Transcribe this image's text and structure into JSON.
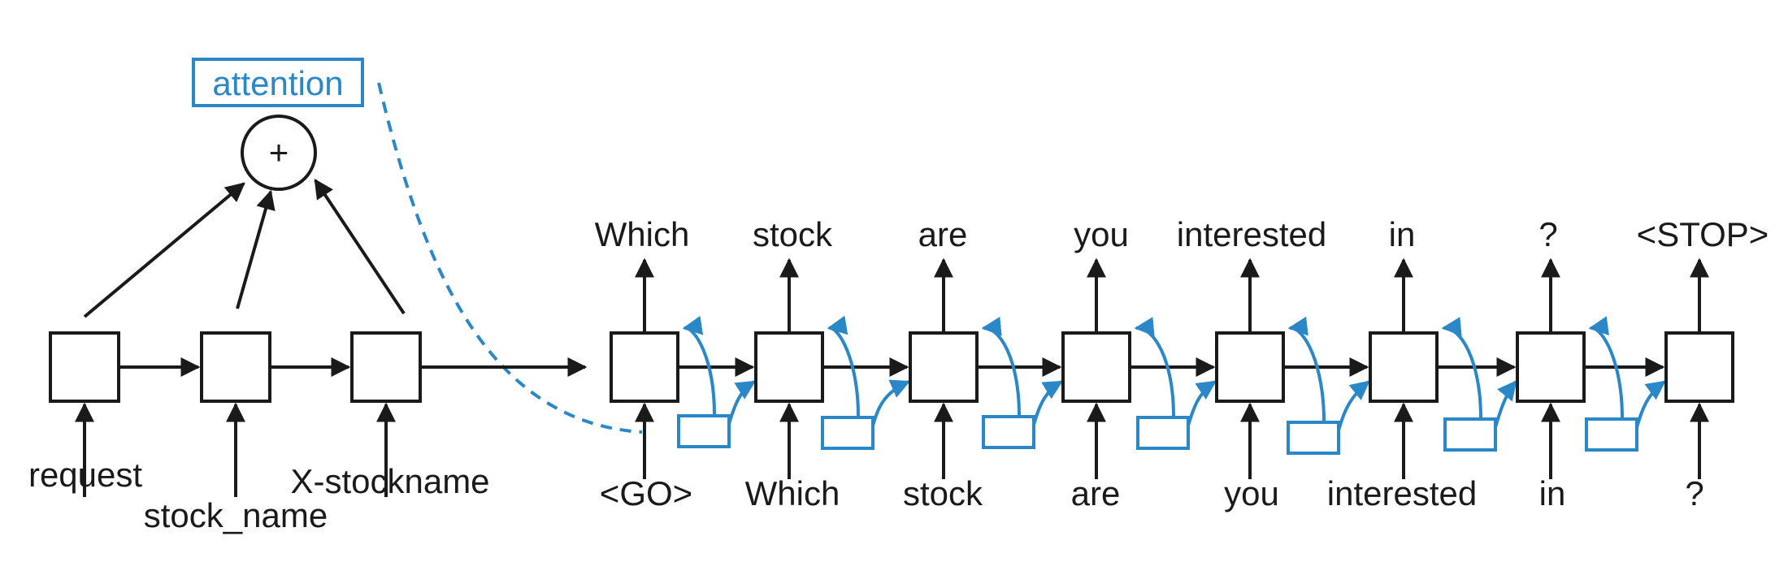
{
  "attention": {
    "label": "attention",
    "sum_symbol": "+"
  },
  "encoder": {
    "inputs": [
      "request",
      "stock_name",
      "X-stockname"
    ]
  },
  "decoder": {
    "inputs": [
      "<GO>",
      "Which",
      "stock",
      "are",
      "you",
      "interested",
      "in",
      "?"
    ],
    "outputs": [
      "Which",
      "stock",
      "are",
      "you",
      "interested",
      "in",
      "?",
      "<STOP>"
    ]
  },
  "colors": {
    "ink": "#1a1a1a",
    "attention_blue": "#2a87c8"
  }
}
